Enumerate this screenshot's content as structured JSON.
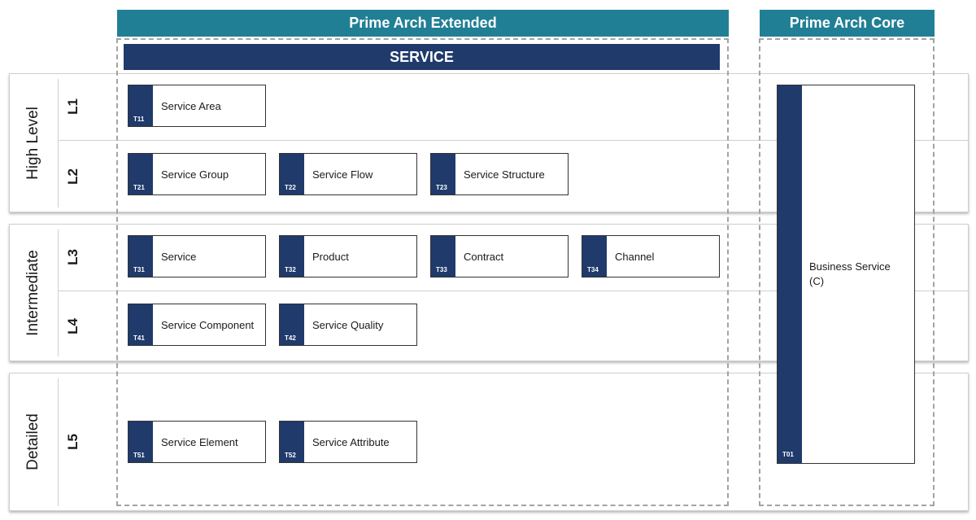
{
  "headers": {
    "extended": "Prime Arch Extended",
    "core": "Prime Arch Core",
    "service": "SERVICE"
  },
  "groups": {
    "high_level": "High Level",
    "intermediate": "Intermediate",
    "detailed": "Detailed"
  },
  "levels": {
    "l1": "L1",
    "l2": "L2",
    "l3": "L3",
    "l4": "L4",
    "l5": "L5"
  },
  "cards": {
    "t11": {
      "code": "T11",
      "name": "Service Area"
    },
    "t21": {
      "code": "T21",
      "name": "Service Group"
    },
    "t22": {
      "code": "T22",
      "name": "Service Flow"
    },
    "t23": {
      "code": "T23",
      "name": "Service Structure"
    },
    "t31": {
      "code": "T31",
      "name": "Service"
    },
    "t32": {
      "code": "T32",
      "name": "Product"
    },
    "t33": {
      "code": "T33",
      "name": "Contract"
    },
    "t34": {
      "code": "T34",
      "name": "Channel"
    },
    "t41": {
      "code": "T41",
      "name": "Service Component"
    },
    "t42": {
      "code": "T42",
      "name": "Service Quality"
    },
    "t51": {
      "code": "T51",
      "name": "Service Element"
    },
    "t52": {
      "code": "T52",
      "name": "Service Attribute"
    }
  },
  "core": {
    "code": "T01",
    "name_line1": "Business Service",
    "name_line2": "(C)"
  },
  "colors": {
    "teal": "#217f95",
    "navy": "#1f3a6b"
  }
}
